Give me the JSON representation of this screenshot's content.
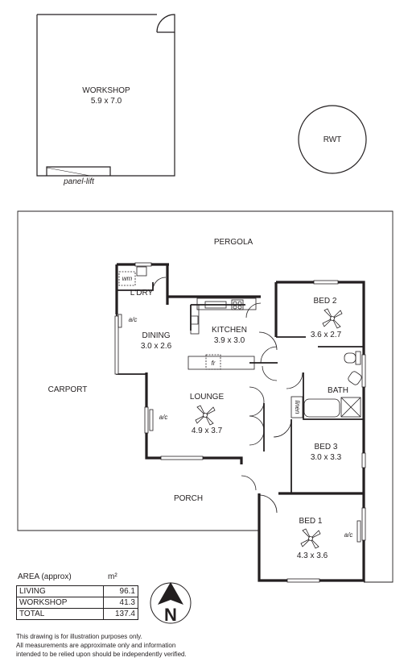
{
  "rooms": {
    "workshop": {
      "name": "WORKSHOP",
      "size": "5.9 x 7.0"
    },
    "rwt": {
      "name": "RWT"
    },
    "panel_lift": "panel-lift",
    "pergola": "PERGOLA",
    "carport": "CARPORT",
    "porch": "PORCH",
    "laundry": "L'DRY",
    "wm": "wm",
    "dining": {
      "name": "DINING",
      "size": "3.0 x 2.6"
    },
    "kitchen": {
      "name": "KITCHEN",
      "size": "3.9 x 3.0"
    },
    "fr": "fr",
    "lounge": {
      "name": "LOUNGE",
      "size": "4.9 x 3.7"
    },
    "bed2": {
      "name": "BED 2",
      "size": "3.6 x 2.7"
    },
    "bath": "BATH",
    "linen": "linen",
    "bed3": {
      "name": "BED 3",
      "size": "3.0 x 3.3"
    },
    "bed1": {
      "name": "BED 1",
      "size": "4.3 x 3.6"
    },
    "ac_dining": "a/c",
    "ac_lounge": "a/c",
    "ac_bed1": "a/c"
  },
  "area_table": {
    "title": "AREA (approx)",
    "unit": "m²",
    "rows": [
      {
        "label": "LIVING",
        "value": "96.1"
      },
      {
        "label": "WORKSHOP",
        "value": "41.3"
      },
      {
        "label": "TOTAL",
        "value": "137.4"
      }
    ]
  },
  "compass": {
    "label": "N"
  },
  "disclaimer": [
    "This drawing is for illustration purposes only.",
    "All measurements are approximate only and information",
    "intended to be relied upon should be independently verified."
  ]
}
